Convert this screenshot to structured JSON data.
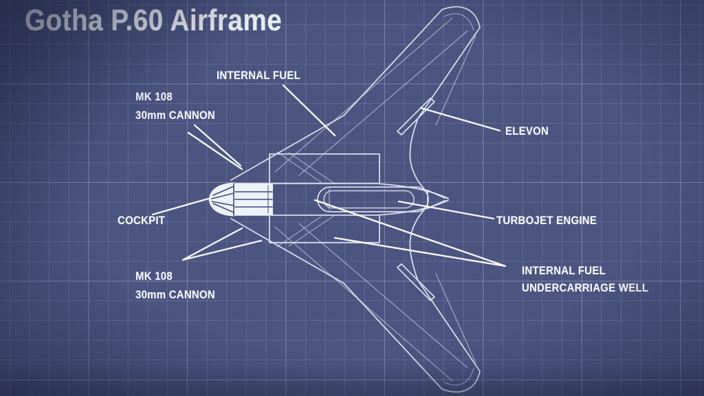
{
  "page": {
    "title": "Gotha P.60 Airframe"
  },
  "colors": {
    "background": "#404a78",
    "grid_line": "#8f98bd",
    "drawing_line": "#e6ecf8",
    "label_text": "#ffffff",
    "canopy_fill": "#eef2fa"
  },
  "diagram": {
    "subject": "Gotha P.60 flying-wing aircraft, overhead blueprint view",
    "labels": [
      {
        "id": "internal-fuel-top",
        "lines": [
          "INTERNAL FUEL"
        ]
      },
      {
        "id": "mk108-upper",
        "lines": [
          "MK 108",
          "30mm CANNON"
        ]
      },
      {
        "id": "elevon",
        "lines": [
          "ELEVON"
        ]
      },
      {
        "id": "cockpit",
        "lines": [
          "COCKPIT"
        ]
      },
      {
        "id": "turbojet-engine",
        "lines": [
          "TURBOJET ENGINE"
        ]
      },
      {
        "id": "internal-fuel-undercarriage",
        "lines": [
          "INTERNAL FUEL",
          "UNDERCARRIAGE WELL"
        ]
      },
      {
        "id": "mk108-lower",
        "lines": [
          "MK 108",
          "30mm CANNON"
        ]
      }
    ]
  }
}
